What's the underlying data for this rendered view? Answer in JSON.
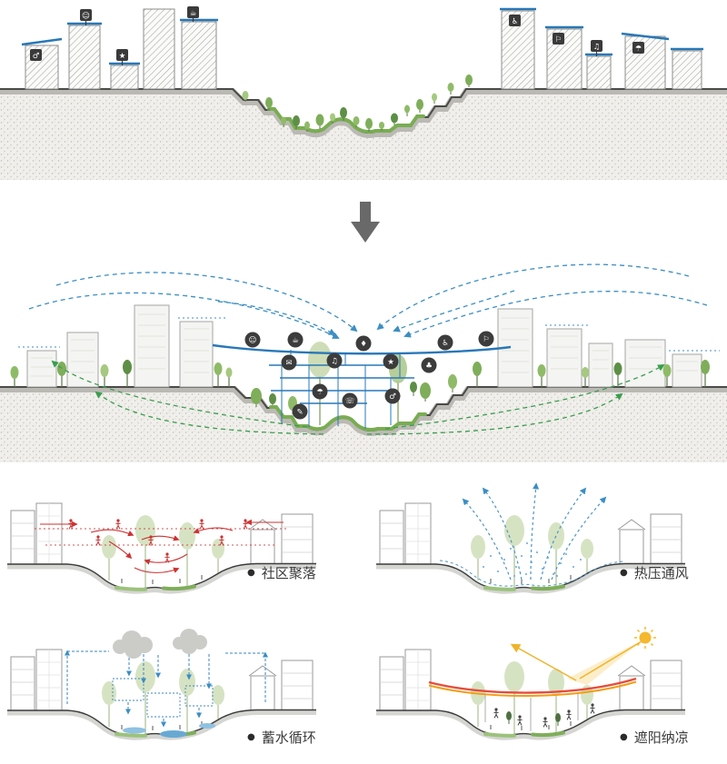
{
  "panels": [
    {
      "id": "community",
      "bullet": "●",
      "label": "社区聚落"
    },
    {
      "id": "ventilation",
      "bullet": "●",
      "label": "热压通风"
    },
    {
      "id": "water",
      "bullet": "●",
      "label": "蓄水循环"
    },
    {
      "id": "shading",
      "bullet": "●",
      "label": "遮阳纳凉"
    }
  ],
  "transform_arrow": {
    "name": "down-arrow"
  },
  "top_section": {
    "building_signs": [
      {
        "name": "fitness-sign",
        "glyph": "♂"
      },
      {
        "name": "community-sign",
        "glyph": "☺"
      },
      {
        "name": "sport-sign",
        "glyph": "★"
      },
      {
        "name": "cafe-sign",
        "glyph": "☕"
      },
      {
        "name": "accessibility-sign",
        "glyph": "♿"
      },
      {
        "name": "flag-sign",
        "glyph": "⚐"
      },
      {
        "name": "music-sign",
        "glyph": "♫"
      },
      {
        "name": "shade-sign",
        "glyph": "☂"
      }
    ]
  },
  "main_section": {
    "amenity_icons": [
      {
        "name": "people-icon",
        "glyph": "☺"
      },
      {
        "name": "cafe-icon",
        "glyph": "☕"
      },
      {
        "name": "market-icon",
        "glyph": "♦"
      },
      {
        "name": "accessibility-icon",
        "glyph": "♿"
      },
      {
        "name": "flag-icon",
        "glyph": "⚐"
      },
      {
        "name": "mail-icon",
        "glyph": "✉"
      },
      {
        "name": "music-icon",
        "glyph": "♫"
      },
      {
        "name": "sport-icon",
        "glyph": "★"
      },
      {
        "name": "garden-icon",
        "glyph": "♣"
      },
      {
        "name": "rain-icon",
        "glyph": "☂"
      },
      {
        "name": "phone-icon",
        "glyph": "☏"
      },
      {
        "name": "fitness-icon",
        "glyph": "♂"
      },
      {
        "name": "study-icon",
        "glyph": "✎"
      }
    ]
  },
  "colors": {
    "accent_blue": "#2878b8",
    "dashed_blue": "#3b8ec4",
    "flow_green": "#3a9e4e",
    "grass_green": "#79ad52",
    "red": "#cc3333",
    "canopy_red": "#e74c3c",
    "canopy_orange": "#f39c12",
    "sun_yellow": "#f5b82e",
    "ground_fill": "#f0efeb",
    "icon_bg": "#3a3a3a",
    "arrow_gray": "#696969"
  }
}
